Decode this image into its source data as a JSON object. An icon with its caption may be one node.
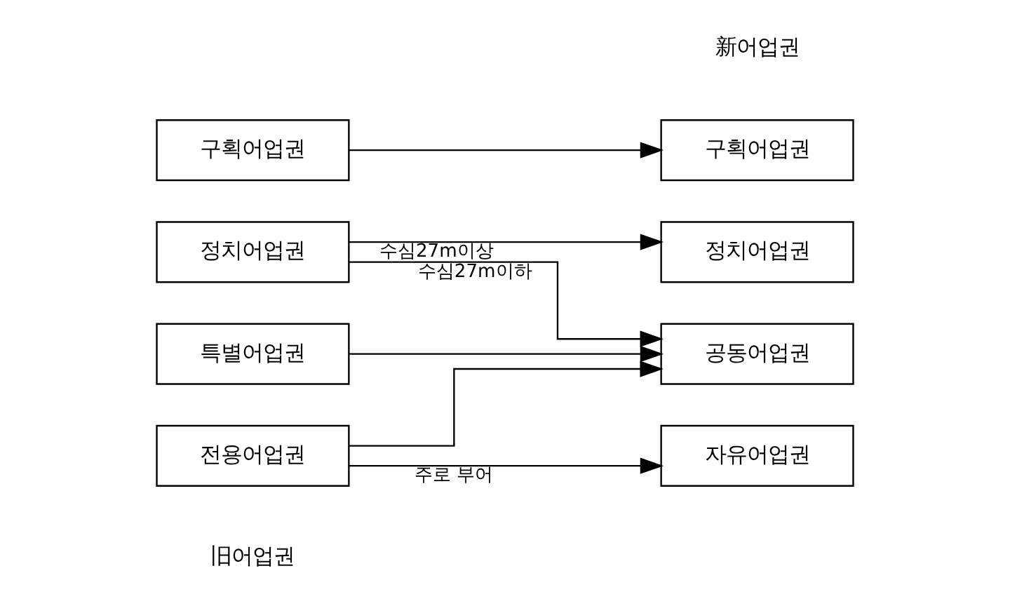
{
  "diagram": {
    "nodes": [
      {
        "text": [
          "정치어업권"
        ]
      },
      {
        "text": [
          "구획어업권"
        ]
      },
      {
        "text": [
          "특별어업권"
        ]
      },
      {
        "text": [
          "전용어업권"
        ]
      },
      {
        "text": [
          "정치어업권"
        ]
      },
      {
        "text": [
          "구획어업권"
        ]
      },
      {
        "text": [
          "공동어업권"
        ]
      },
      {
        "text": [
          "자유어업권"
        ]
      }
    ],
    "edges": [
      {
        "from": 0,
        "to": 4,
        "arrow": "to",
        "label": "수심27m이상"
      },
      {
        "from": 0,
        "to": 6,
        "arrow": "to",
        "label": "수심27m이하"
      },
      {
        "from": 1,
        "to": 5,
        "arrow": "to"
      },
      {
        "from": 2,
        "to": 6,
        "arrow": "to"
      },
      {
        "from": 3,
        "to": 6,
        "arrow": "to"
      },
      {
        "from": 3,
        "to": 7,
        "arrow": "to",
        "label": "주로 부어"
      }
    ],
    "labels": [
      "旧어업권",
      "新어업권"
    ]
  }
}
